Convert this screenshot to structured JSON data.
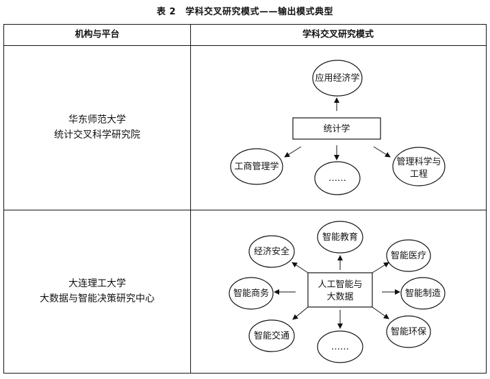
{
  "caption": {
    "number": "表 2",
    "title": "学科交叉研究模式——输出模式典型"
  },
  "header": {
    "col1": "机构与平台",
    "col2": "学科交叉研究模式"
  },
  "rows": [
    {
      "institution": [
        "华东师范大学",
        "统计交叉科学研究院"
      ],
      "center": "统计学",
      "nodes": [
        "应用经济学",
        "工商管理学",
        "……",
        "管理科学与",
        "工程"
      ]
    },
    {
      "institution": [
        "大连理工大学",
        "大数据与智能决策研究中心"
      ],
      "center": [
        "人工智能与",
        "大数据"
      ],
      "nodes": [
        "智能教育",
        "经济安全",
        "智能医疗",
        "智能商务",
        "智能制造",
        "智能交通",
        "……",
        "智能环保"
      ]
    }
  ]
}
